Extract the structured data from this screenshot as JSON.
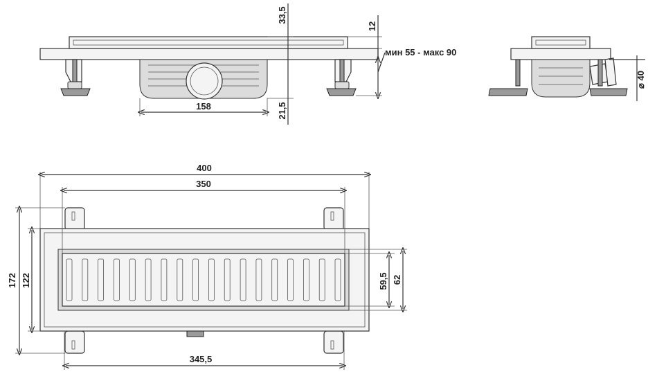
{
  "dimensions": {
    "side_height_total": "33,5",
    "side_frame": "12",
    "adjust_range": "мин 55 - макс 90",
    "outlet_width": "158",
    "outlet_depth": "21,5",
    "pipe_diameter": "40",
    "length_total": "400",
    "length_channel": "350",
    "length_mount": "345,5",
    "height_total": "172",
    "height_inner": "122",
    "grate_inner": "59,5",
    "grate_outer": "62"
  },
  "grate": {
    "slot_count": 18
  }
}
